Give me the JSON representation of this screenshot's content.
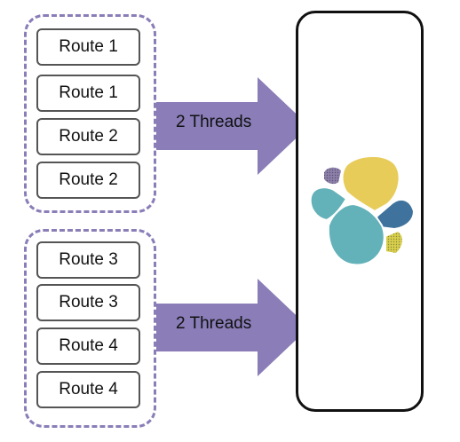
{
  "groups": [
    {
      "routes": [
        "Route 1",
        "Route 1",
        "Route 2",
        "Route 2"
      ],
      "arrow_label": "2 Threads"
    },
    {
      "routes": [
        "Route 3",
        "Route 3",
        "Route 4",
        "Route 4"
      ],
      "arrow_label": "2 Threads"
    }
  ],
  "colors": {
    "dashed_border": "#8a7db8",
    "arrow_fill": "#8a7db8",
    "logo_yellow": "#e8cc5a",
    "logo_teal": "#63b2b9",
    "logo_blue": "#3f729d",
    "logo_purple": "#8d80a8",
    "logo_lime": "#d8cf4c"
  },
  "logo": {
    "icon": "elastic-cluster-logo-icon"
  }
}
